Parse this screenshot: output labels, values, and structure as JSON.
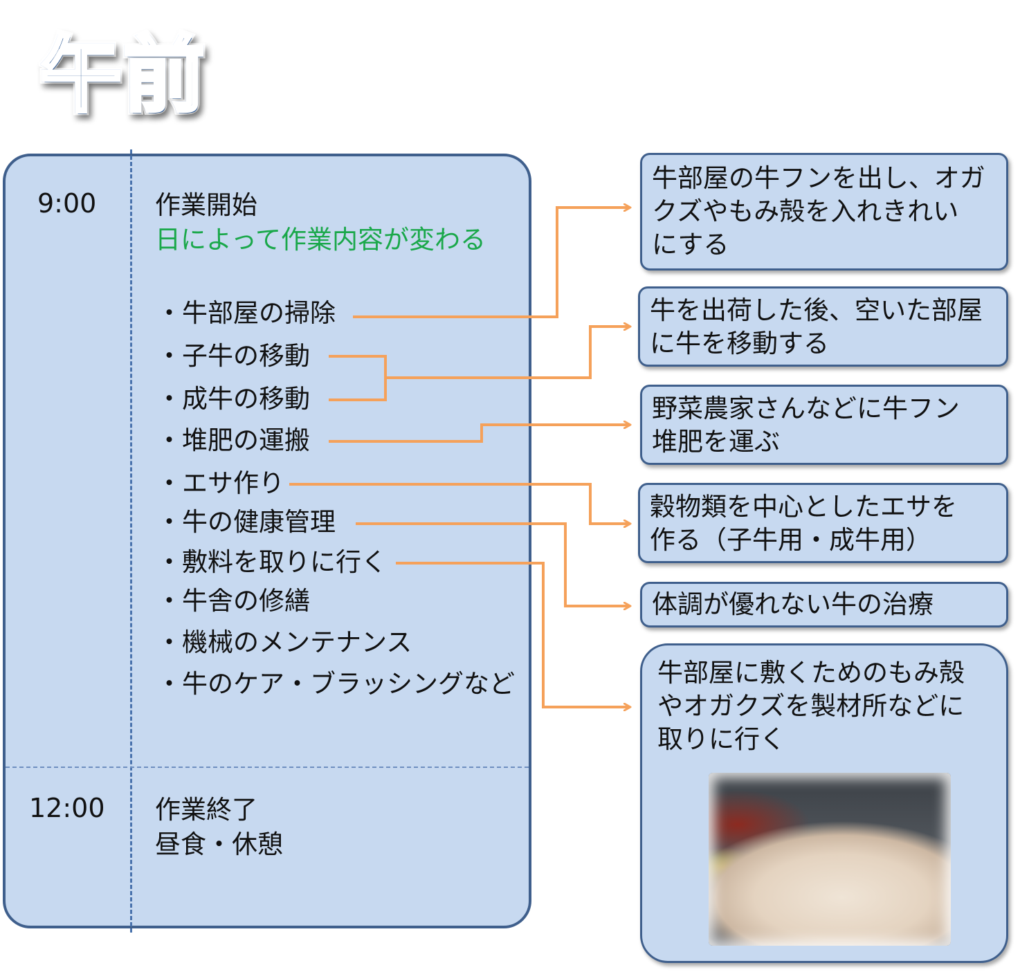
{
  "title": "午前",
  "schedule": {
    "start_time": "9:00",
    "start_title": "作業開始",
    "start_note": "日によって作業内容が変わる",
    "items": [
      "・牛部屋の掃除",
      "・子牛の移動",
      "・成牛の移動",
      "・堆肥の運搬",
      "・エサ作り",
      "・牛の健康管理",
      "・敷料を取りに行く",
      "・牛舎の修繕",
      "・機械のメンテナンス",
      "・牛のケア・ブラッシングなど"
    ],
    "end_time": "12:00",
    "end_title": "作業終了",
    "end_note": "昼食・休憩"
  },
  "details": [
    {
      "lines": [
        "牛部屋の牛フンを出し、オガ",
        "クズやもみ殻を入れきれい",
        "にする"
      ]
    },
    {
      "lines": [
        "牛を出荷した後、空いた部屋",
        "に牛を移動する"
      ]
    },
    {
      "lines": [
        "野菜農家さんなどに牛フン",
        "堆肥を運ぶ"
      ]
    },
    {
      "lines": [
        "穀物類を中心としたエサを",
        "作る（子牛用・成牛用）"
      ]
    },
    {
      "lines": [
        "体調が優れない牛の治療"
      ]
    },
    {
      "lines": [
        "牛部屋に敷くためのもみ殻",
        "やオガクズを製材所などに",
        "取りに行く"
      ]
    }
  ],
  "colors": {
    "panel_fill": "#c7d9f0",
    "panel_border": "#3f5f8c",
    "connector": "#f5a15a",
    "note_green": "#1aa84a",
    "title_blue": "#3a7fd8"
  }
}
